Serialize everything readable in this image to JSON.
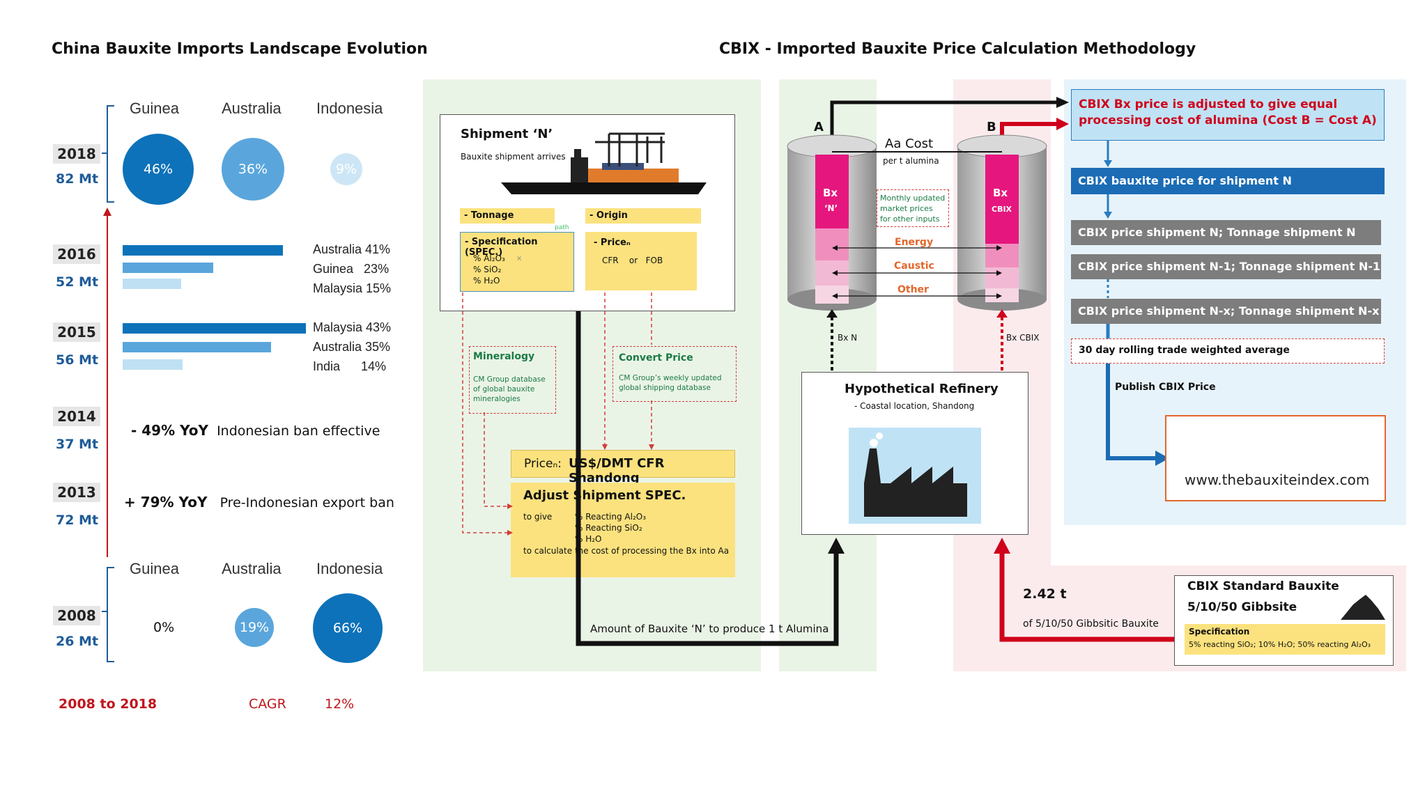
{
  "left": {
    "title": "China Bauxite Imports Landscape Evolution",
    "y2018": {
      "year": "2018",
      "mt": "82 Mt",
      "countries": [
        "Guinea",
        "Australia",
        "Indonesia"
      ],
      "shares": [
        "46%",
        "36%",
        "9%"
      ]
    },
    "y2016": {
      "year": "2016",
      "mt": "52 Mt",
      "bars": [
        {
          "label": "Australia 41%",
          "value": 41
        },
        {
          "label": "Guinea   23%",
          "value": 23
        },
        {
          "label": "Malaysia 15%",
          "value": 15
        }
      ]
    },
    "y2015": {
      "year": "2015",
      "mt": "56 Mt",
      "bars": [
        {
          "label": "Malaysia 43%",
          "value": 43
        },
        {
          "label": "Australia 35%",
          "value": 35
        },
        {
          "label": "India      14%",
          "value": 14
        }
      ]
    },
    "y2014": {
      "year": "2014",
      "mt": "37 Mt",
      "yoy": "- 49% YoY",
      "note": "Indonesian ban effective"
    },
    "y2013": {
      "year": "2013",
      "mt": "72 Mt",
      "yoy": "+ 79% YoY",
      "note": "Pre-Indonesian export ban"
    },
    "y2008": {
      "year": "2008",
      "mt": "26 Mt",
      "countries": [
        "Guinea",
        "Australia",
        "Indonesia"
      ],
      "shares": [
        "0%",
        "19%",
        "66%"
      ]
    },
    "cagr": {
      "period": "2008 to 2018",
      "label": "CAGR",
      "value": "12%"
    }
  },
  "right": {
    "title": "CBIX - Imported Bauxite Price Calculation Methodology",
    "shipment": {
      "title": "Shipment ‘N’",
      "subtitle": "Bauxite shipment arrives"
    },
    "tonnage": "- Tonnage",
    "origin": "- Origin",
    "spec": {
      "title": "- Specification (SPEC.)",
      "l1": "% Al₂O₃",
      "l2": "% SiO₂",
      "l3": "% H₂O",
      "path": "path",
      "x": "×"
    },
    "price": {
      "title": "- Priceₙ",
      "opts": "CFR    or   FOB"
    },
    "mineralogy": {
      "title": "Mineralogy",
      "desc": "CM Group database of global bauxite mineralogies"
    },
    "convert": {
      "title": "Convert Price",
      "desc": "CM Group’s weekly updated global shipping database"
    },
    "price_n": {
      "prefix": "Priceₙ:",
      "value": "US$/DMT CFR Shandong"
    },
    "adjust": {
      "title": "Adjust Shipment SPEC.",
      "to_give": "to give",
      "r1": "% Reacting Al₂O₃",
      "r2": "% Reacting SiO₂",
      "r3": "% H₂O",
      "calc": "to calculate the cost of processing the Bx into Aa"
    },
    "amount_label": "Amount of Bauxite ‘N’ to produce 1 t Alumina",
    "cyl_a": {
      "label": "A",
      "bx": "Bx",
      "sub": "‘N’"
    },
    "cyl_b": {
      "label": "B",
      "bx": "Bx",
      "sub": "CBIX"
    },
    "aa_cost": {
      "title": "Aa Cost",
      "sub": "per t alumina"
    },
    "monthly": "Monthly updated market prices for other inputs",
    "inputs": [
      "Energy",
      "Caustic",
      "Other"
    ],
    "bxn": "Bx N",
    "bxcbix": "Bx CBIX",
    "refinery": {
      "title": "Hypothetical Refinery",
      "sub": "- Coastal location, Shandong"
    },
    "tonnes": {
      "value": "2.42 t",
      "desc": "of 5/10/50 Gibbsitic Bauxite"
    },
    "standard": {
      "t1": "CBIX Standard Bauxite",
      "t2": "5/10/50 Gibbsite",
      "spec_title": "Specification",
      "spec_text": "5% reacting SiO₂; 10% H₂O; 50% reacting Al₂O₃"
    },
    "adjusted": "CBIX Bx price is adjusted to give equal processing cost of alumina (Cost B = Cost A)",
    "cbix_price": "CBIX bauxite price for shipment N",
    "steps": [
      "CBIX price shipment N; Tonnage shipment N",
      "CBIX price shipment N-1; Tonnage shipment N-1",
      "CBIX price shipment N-x; Tonnage shipment N-x"
    ],
    "rolling": "30 day rolling trade weighted average",
    "publish": "Publish CBIX Price",
    "website": "www.thebauxiteindex.com"
  },
  "colors": {
    "dark_blue": "#0d72b9",
    "mid_blue": "#5aa6dc",
    "light_blue": "#bfe0f3",
    "red": "#d0021b",
    "pink": "#e5177e",
    "yellow": "#fbe27e",
    "green_bg": "#eaf4e6",
    "pink_bg": "#fbebed",
    "blue_bg": "#e7f3fb"
  }
}
